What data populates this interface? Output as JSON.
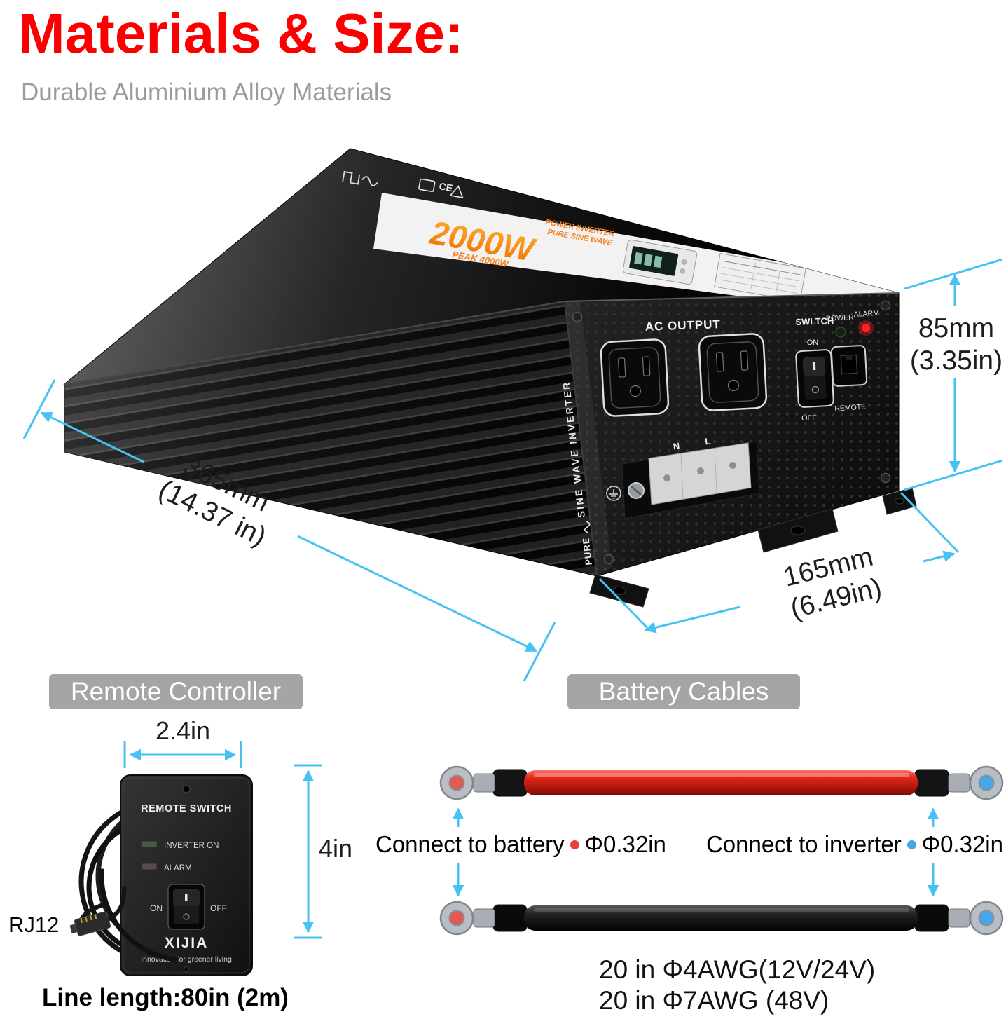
{
  "header": {
    "title": "Materials & Size:",
    "subtitle": "Durable Aluminium Alloy Materials"
  },
  "inverter": {
    "top": {
      "power": "2000W",
      "tagline1": "POWER INVERTER",
      "tagline2": "PURE SINE WAVE",
      "tagline3": "PEAK 4000W",
      "ce": "CE"
    },
    "panel": {
      "ac_output": "AC OUTPUT",
      "switch_label": "SWI TCH",
      "on": "ON",
      "off": "OFF",
      "power": "POWER",
      "alarm": "ALARM",
      "remote": "REMOTE",
      "neutral": "N",
      "live": "L",
      "side_pure": "PURE",
      "side_brand": "SINE WAVE INVERTER"
    },
    "dims": {
      "height_mm": "85mm",
      "height_in": "(3.35in)",
      "length_mm": "365mm",
      "length_in": "(14.37 in)",
      "depth_mm": "165mm",
      "depth_in": "(6.49in)"
    }
  },
  "remote": {
    "section_title": "Remote Controller",
    "width": "2.4in",
    "height": "4in",
    "connector": "RJ12",
    "line_length": "Line length:80in (2m)",
    "device": {
      "title": "REMOTE SWITCH",
      "led_on": "INVERTER ON",
      "led_alarm": "ALARM",
      "on": "ON",
      "off": "OFF",
      "brand": "XIJIA",
      "slogan": "Innovation for greener living"
    }
  },
  "cables": {
    "section_title": "Battery Cables",
    "left_label": "Connect to battery",
    "left_dia": "Φ0.32in",
    "right_label": "Connect to inverter",
    "right_dia": "Φ0.32in",
    "spec_line1": "20 in Φ4AWG(12V/24V)",
    "spec_line2": "20 in Φ7AWG (48V)"
  },
  "colors": {
    "title_red": "#fb0000",
    "subtitle_gray": "#9b9b9b",
    "dimension_cyan": "#46c2f3",
    "section_header_gray": "#a5a5a5",
    "cable_red": "#e42718",
    "marker_red": "#e8403c",
    "marker_blue": "#46a7e8",
    "accent_orange": "#f58220"
  }
}
